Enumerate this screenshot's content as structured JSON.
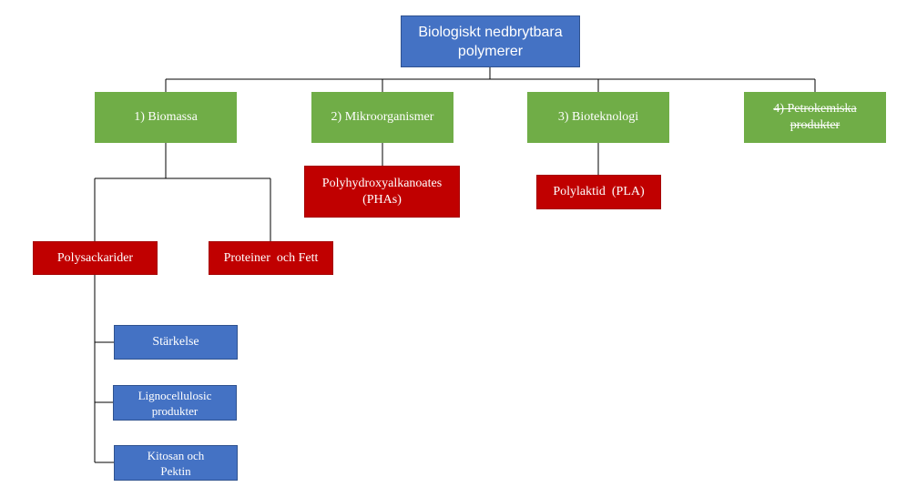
{
  "root": {
    "label": "Biologiskt nedbrytbara polymerer"
  },
  "categories": [
    {
      "label": "1) Biomassa"
    },
    {
      "label": "2) Mikroorganismer"
    },
    {
      "label": "3) Bioteknologi"
    },
    {
      "label": "4) Petrokemiska produkter",
      "struck": true
    }
  ],
  "biomassa": {
    "polysackarider": {
      "label": "Polysackarider",
      "children": [
        {
          "label": "Stärkelse"
        },
        {
          "label": "Lignocellulosic produkter"
        },
        {
          "label": "Kitosan och Pektin"
        }
      ]
    },
    "proteiner": {
      "label": "Proteiner  och Fett"
    }
  },
  "mikroorganismer": {
    "product": "Polyhydroxyalkanoates (PHAs)"
  },
  "bioteknologi": {
    "product": "Polylaktid  (PLA)"
  },
  "colors": {
    "root": "#4472c4",
    "category": "#70ad47",
    "product": "#c00000",
    "leaf": "#4472c4",
    "connector": "#000000"
  }
}
